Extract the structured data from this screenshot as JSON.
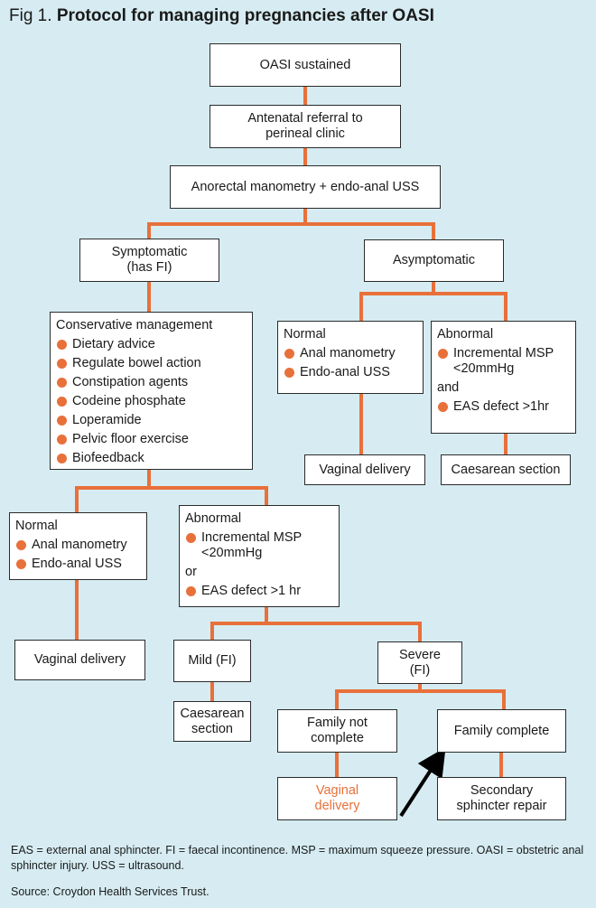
{
  "title": {
    "fig": "Fig 1.",
    "text": "Protocol for managing pregnancies after OASI"
  },
  "nodes": {
    "oasi": [
      "OASI sustained"
    ],
    "referral": [
      "Antenatal referral to",
      "perineal clinic"
    ],
    "manometry": [
      "Anorectal manometry + endo-anal USS"
    ],
    "symptomatic": [
      "Symptomatic",
      "(has FI)"
    ],
    "asymptomatic": [
      "Asymptomatic"
    ],
    "conservative": {
      "head": "Conservative management",
      "items": [
        "Dietary advice",
        "Regulate bowel action",
        "Constipation agents",
        "Codeine phosphate",
        "Loperamide",
        "Pelvic floor exercise",
        "Biofeedback"
      ]
    },
    "asym_normal": {
      "head": "Normal",
      "items": [
        "Anal manometry",
        "Endo-anal USS"
      ]
    },
    "asym_abnormal": {
      "head": "Abnormal",
      "item1": "Incremental MSP <20mmHg",
      "or": "and",
      "item2": "EAS defect >1hr"
    },
    "asym_vaginal": [
      "Vaginal delivery"
    ],
    "asym_caesarean": [
      "Caesarean section"
    ],
    "sym_normal": {
      "head": "Normal",
      "items": [
        "Anal manometry",
        "Endo-anal USS"
      ]
    },
    "sym_abnormal": {
      "head": "Abnormal",
      "item1": "Incremental MSP <20mmHg",
      "or": "or",
      "item2": "EAS defect >1 hr"
    },
    "sym_vaginal": [
      "Vaginal delivery"
    ],
    "mild": [
      "Mild (FI)"
    ],
    "severe": [
      "Severe",
      "(FI)"
    ],
    "mild_caesarean": [
      "Caesarean",
      "section"
    ],
    "family_not": [
      "Family not",
      "complete"
    ],
    "family_complete": [
      "Family complete"
    ],
    "fn_vaginal": [
      "Vaginal",
      "delivery"
    ],
    "secondary": [
      "Secondary",
      "sphincter repair"
    ]
  },
  "footer": {
    "abbrev": "EAS = external anal sphincter. FI = faecal incontinence. MSP = maximum squeeze pressure. OASI = obstetric anal sphincter injury. USS = ultrasound.",
    "source": "Source: Croydon Health Services Trust."
  },
  "colors": {
    "connector": "#e8703a",
    "bullet": "#e8703a",
    "background": "#d6ecf2",
    "arrow": "#000000"
  }
}
